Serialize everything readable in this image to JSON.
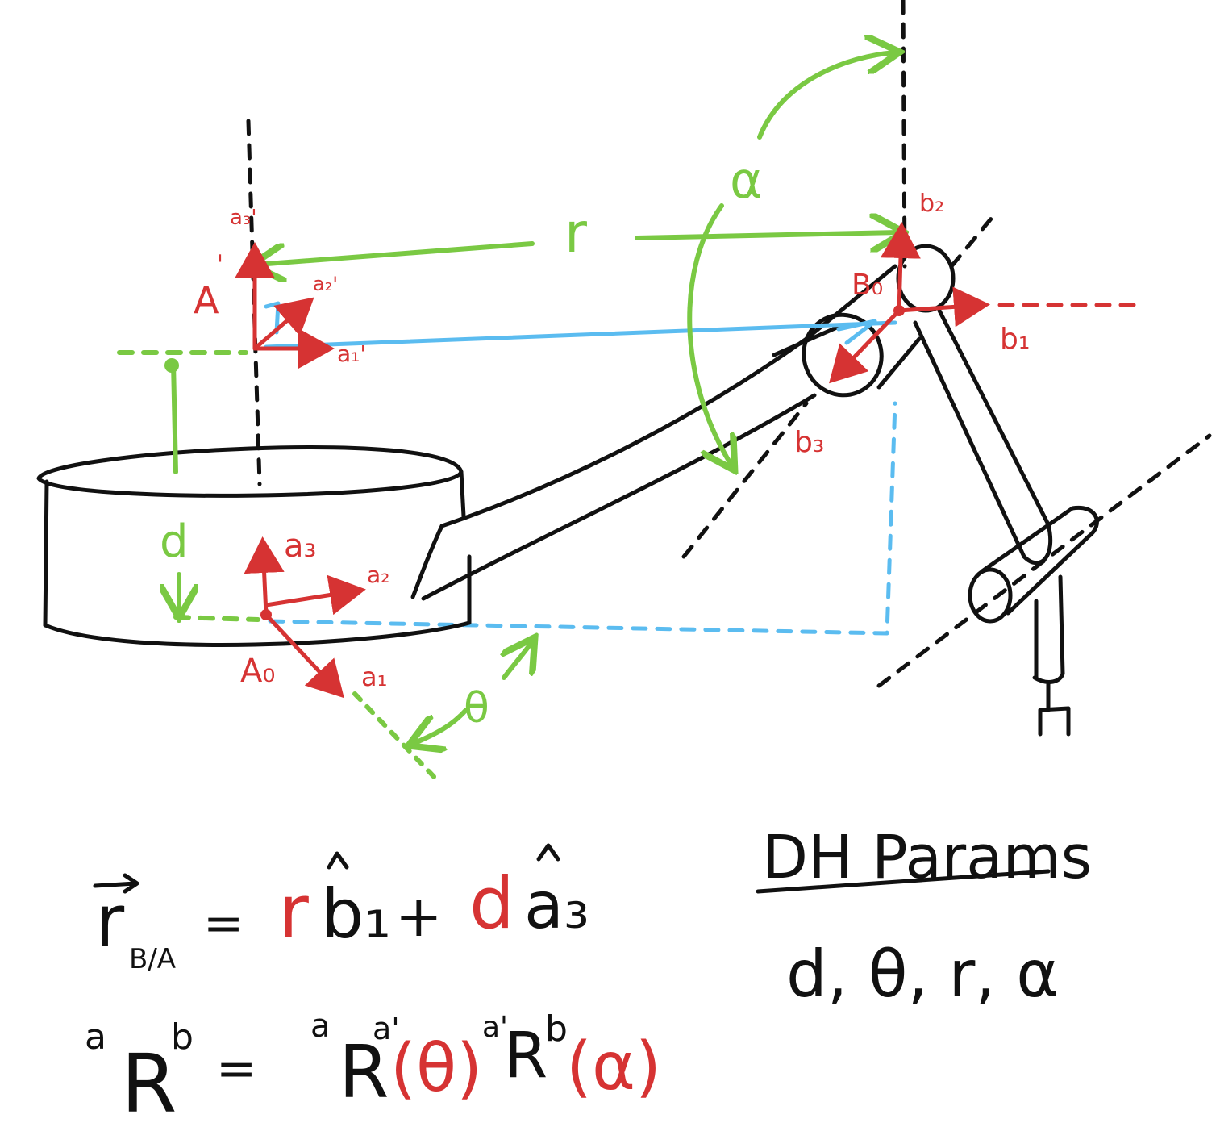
{
  "colors": {
    "ink": "#111111",
    "accent_red": "#d63333",
    "accent_green": "#7ac943",
    "accent_blue": "#5bbcf0",
    "background": "#ffffff"
  },
  "diagram": {
    "frame_A_prime": {
      "name": "A",
      "prime": "'",
      "axis_x": "a₁'",
      "axis_y": "a₂'",
      "axis_z": "a₃'"
    },
    "frame_A0": {
      "name": "A₀",
      "axis_x": "a₁",
      "axis_y": "a₂",
      "axis_z": "a₃"
    },
    "frame_B0": {
      "name": "B₀",
      "axis_x": "b₁",
      "axis_z": "b₃",
      "axis_top": "b₂"
    },
    "params": {
      "r": "r",
      "d": "d",
      "theta": "θ",
      "alpha": "α"
    },
    "equation_1": {
      "lhs": "r",
      "lhs_sub": "B/A",
      "equals": "=",
      "t1_coef": "r",
      "t1_vec": "b₁",
      "plus": "+",
      "t2_coef": "d",
      "t2_vec": "a₃"
    },
    "equation_2": {
      "lhs_pre": "a",
      "lhs": "R",
      "lhs_post": "b",
      "equals": "=",
      "r1_pre": "a",
      "r1": "R",
      "r1_post": "a'",
      "r1_arg": "(θ)",
      "r2_pre": "a'",
      "r2": "R",
      "r2_post": "b",
      "r2_arg": "(α)"
    },
    "dh_box": {
      "title": "DH Params",
      "list": "d, θ, r, α"
    }
  }
}
